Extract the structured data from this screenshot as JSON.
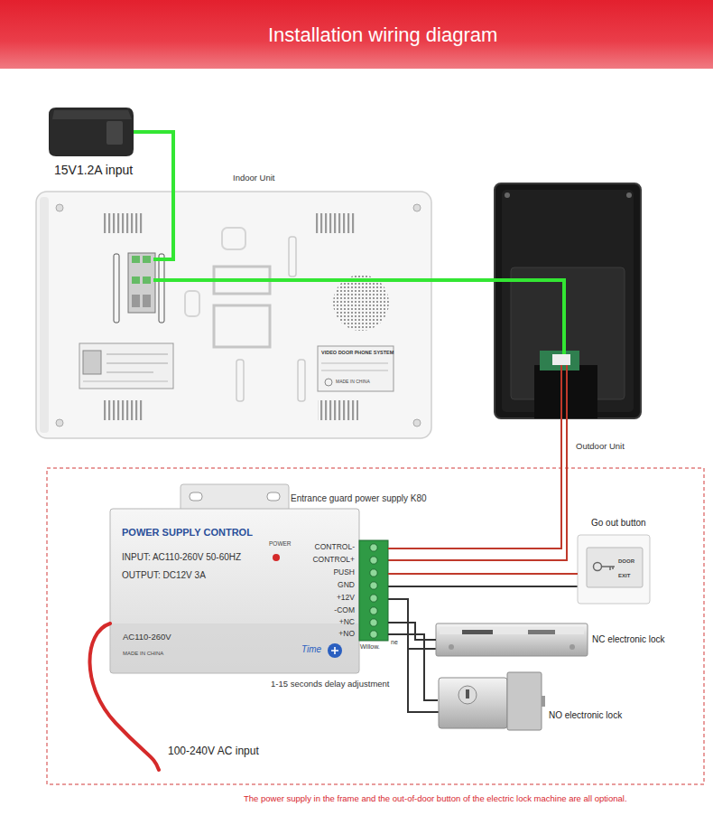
{
  "diagram": {
    "title": "Installation wiring diagram",
    "caption": "The power supply in the frame and the out-of-door button of the electric lock machine are all optional.",
    "nodes": [
      {
        "text": [
          "15V1.2A input"
        ]
      },
      {
        "text": [
          "Indoor Unit",
          "VIDEO DOOR PHONE SYSTEM",
          "MADE IN CHINA"
        ]
      },
      {
        "text": [
          "Outdoor Unit"
        ]
      },
      {
        "text": [
          "Entrance guard power supply K80",
          "POWER SUPPLY CONTROL",
          "INPUT: AC110-260V 50-60HZ",
          "OUTPUT: DC12V 3A",
          "POWER",
          "AC110-260V",
          "MADE IN CHINA",
          "Time"
        ]
      },
      {
        "text": [
          "Go out button",
          "DOOR",
          "EXIT"
        ]
      },
      {
        "text": [
          "NC electronic lock"
        ]
      },
      {
        "text": [
          "NO electronic lock"
        ]
      }
    ],
    "edges": [
      {
        "from": 0,
        "to": 1,
        "arrow": "none"
      },
      {
        "from": 1,
        "to": 2,
        "arrow": "none"
      },
      {
        "from": 2,
        "to": 3,
        "arrow": "none"
      },
      {
        "from": 3,
        "to": 4,
        "arrow": "none"
      },
      {
        "from": 3,
        "to": 5,
        "arrow": "none"
      },
      {
        "from": 3,
        "to": 6,
        "arrow": "none"
      }
    ],
    "labels": [
      "CONTROL-",
      "CONTROL+",
      "PUSH",
      "GND",
      "+12V",
      "-COM",
      "+NC",
      "+NO",
      "Willow.",
      "ne",
      "1-15 seconds delay adjustment",
      "100-240V AC input"
    ]
  }
}
